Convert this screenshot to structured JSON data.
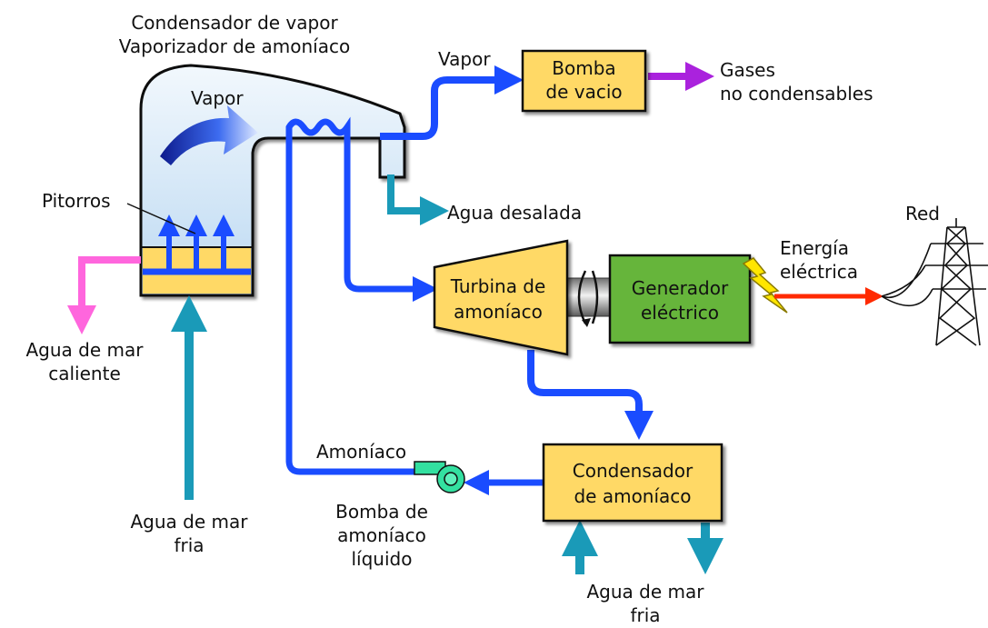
{
  "labels": {
    "condenser_title_1": "Condensador de vapor",
    "condenser_title_2": "Vaporizador de amoníaco",
    "vapor_inside": "Vapor",
    "pitorros": "Pitorros",
    "hot_water_1": "Agua de mar",
    "hot_water_2": "caliente",
    "cold_water_left_1": "Agua de mar",
    "cold_water_left_2": "fria",
    "vapor_top": "Vapor",
    "vacuum_pump_1": "Bomba",
    "vacuum_pump_2": "de vacio",
    "gases_1": "Gases",
    "gases_2": "no condensables",
    "desalinated": "Agua desalada",
    "turbine_1": "Turbina de",
    "turbine_2": "amoníaco",
    "generator_1": "Generador",
    "generator_2": "eléctrico",
    "energy_1": "Energía",
    "energy_2": "eléctrica",
    "grid": "Red",
    "ammonia": "Amoníaco",
    "ammonia_pump_1": "Bomba de",
    "ammonia_pump_2": "amoníaco",
    "ammonia_pump_3": "líquido",
    "ammonia_condenser_1": "Condensador",
    "ammonia_condenser_2": "de amoníaco",
    "cold_water_bottom_1": "Agua de mar",
    "cold_water_bottom_2": "fria"
  },
  "colors": {
    "ammonia_flow": "#1a4cff",
    "seawater_cold": "#1a9ab8",
    "seawater_hot": "#ff66dd",
    "gas_flow": "#aa22dd",
    "electric": "#ff2a00",
    "box_fill": "#ffd966",
    "generator_fill": "#66b53a",
    "condenser_body": "#cfe6f7"
  }
}
